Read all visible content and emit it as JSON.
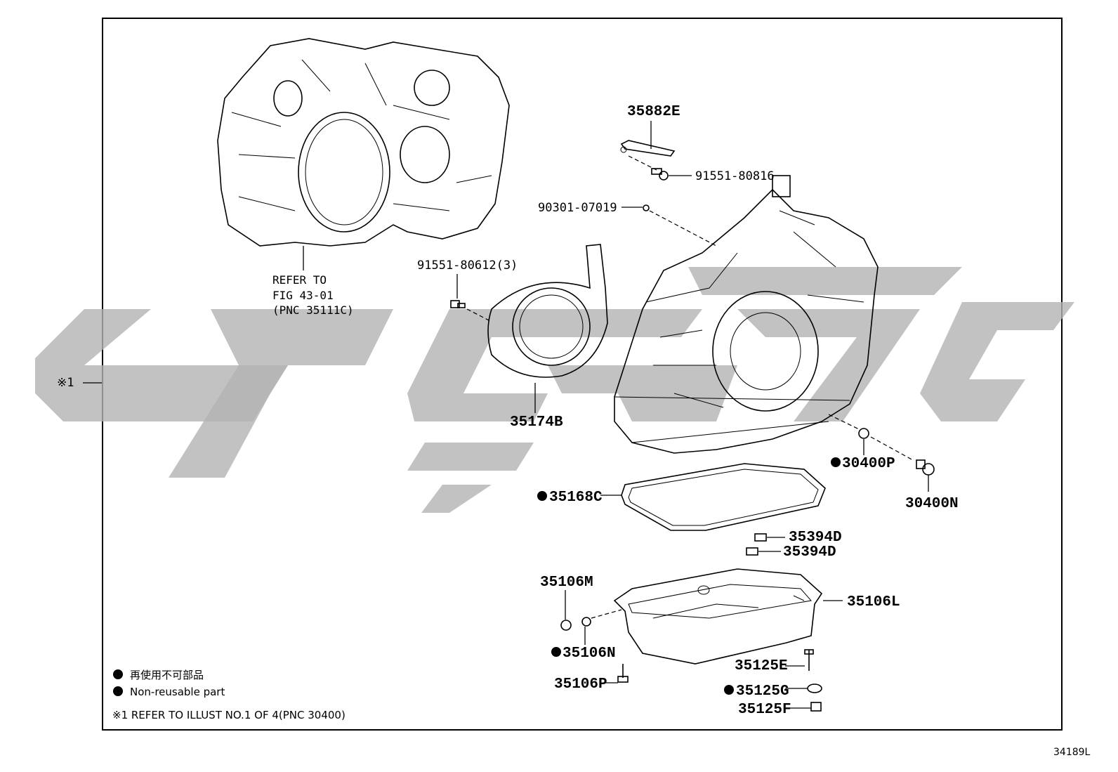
{
  "figure_number": "34189L",
  "note_ref_marker": "※1",
  "refer_to": {
    "line1": "REFER TO",
    "line2": "FIG 43-01",
    "line3": "(PNC 35111C)"
  },
  "parts": {
    "p35882E": "35882E",
    "p91551_80816": "91551-80816",
    "p90301_07019": "90301-07019",
    "p91551_80612": "91551-80612(3)",
    "p35174B": "35174B",
    "p30400P": "30400P",
    "p30400N": "30400N",
    "p35168C": "35168C",
    "p35394D_a": "35394D",
    "p35394D_b": "35394D",
    "p35106M": "35106M",
    "p35106L": "35106L",
    "p35106N": "35106N",
    "p35125E": "35125E",
    "p35106P": "35106P",
    "p35125G": "35125G",
    "p35125F": "35125F"
  },
  "legend": {
    "line_jp": "再使用不可部品",
    "line_en": "Non-reusable part",
    "note": "※1 REFER TO ILLUST NO.1 OF 4(PNC 30400)"
  },
  "colors": {
    "line": "#000000",
    "watermark": "#b3b3b3",
    "background": "#ffffff"
  }
}
